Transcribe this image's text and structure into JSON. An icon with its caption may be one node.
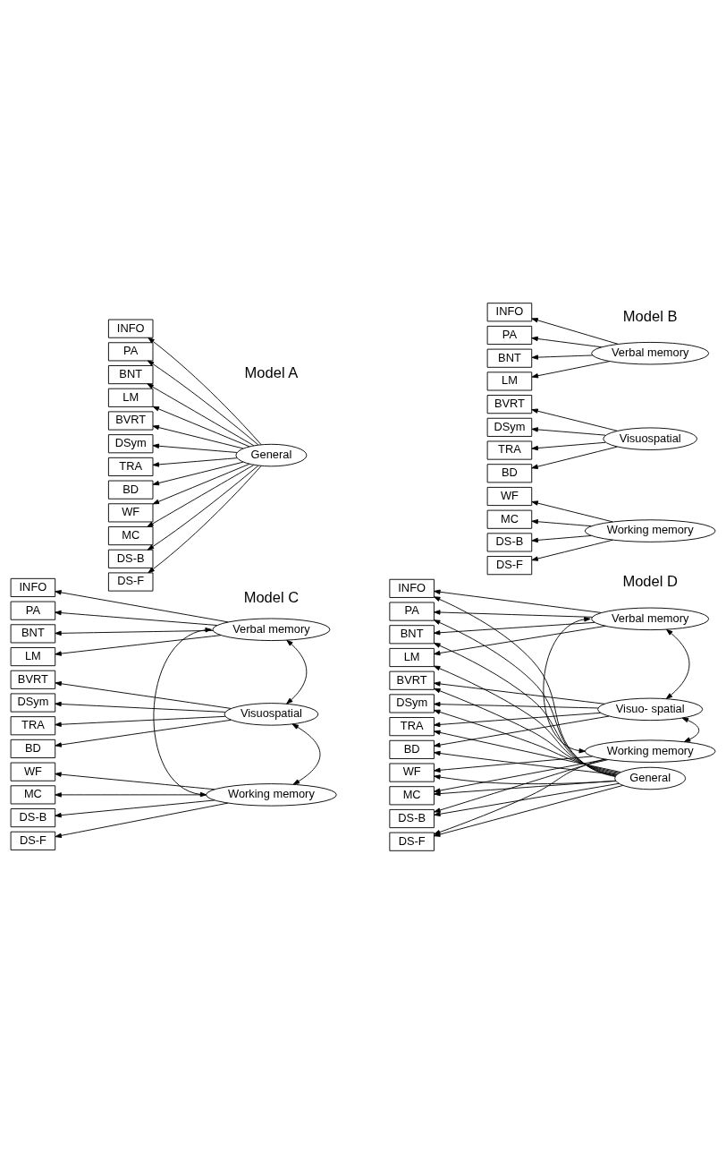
{
  "diagram": {
    "nodes": [
      {
        "text": [
          "INFO"
        ]
      },
      {
        "text": [
          "PA"
        ]
      },
      {
        "text": [
          "BNT"
        ]
      },
      {
        "text": [
          "LM"
        ]
      },
      {
        "text": [
          "BVRT"
        ]
      },
      {
        "text": [
          "DSym"
        ]
      },
      {
        "text": [
          "TRA"
        ]
      },
      {
        "text": [
          "BD"
        ]
      },
      {
        "text": [
          "WF"
        ]
      },
      {
        "text": [
          "MC"
        ]
      },
      {
        "text": [
          "DS-B"
        ]
      },
      {
        "text": [
          "DS-F"
        ]
      },
      {
        "text": [
          "General"
        ]
      },
      {
        "text": [
          "INFO"
        ]
      },
      {
        "text": [
          "PA"
        ]
      },
      {
        "text": [
          "BNT"
        ]
      },
      {
        "text": [
          "LM"
        ]
      },
      {
        "text": [
          "BVRT"
        ]
      },
      {
        "text": [
          "DSym"
        ]
      },
      {
        "text": [
          "TRA"
        ]
      },
      {
        "text": [
          "BD"
        ]
      },
      {
        "text": [
          "WF"
        ]
      },
      {
        "text": [
          "MC"
        ]
      },
      {
        "text": [
          "DS-B"
        ]
      },
      {
        "text": [
          "DS-F"
        ]
      },
      {
        "text": [
          "Verbal memory"
        ]
      },
      {
        "text": [
          "Visuospatial"
        ]
      },
      {
        "text": [
          "Working memory"
        ]
      },
      {
        "text": [
          "INFO"
        ]
      },
      {
        "text": [
          "PA"
        ]
      },
      {
        "text": [
          "BNT"
        ]
      },
      {
        "text": [
          "LM"
        ]
      },
      {
        "text": [
          "BVRT"
        ]
      },
      {
        "text": [
          "DSym"
        ]
      },
      {
        "text": [
          "TRA"
        ]
      },
      {
        "text": [
          "BD"
        ]
      },
      {
        "text": [
          "WF"
        ]
      },
      {
        "text": [
          "MC"
        ]
      },
      {
        "text": [
          "DS-B"
        ]
      },
      {
        "text": [
          "DS-F"
        ]
      },
      {
        "text": [
          "Verbal memory"
        ]
      },
      {
        "text": [
          "Visuospatial"
        ]
      },
      {
        "text": [
          "Working memory"
        ]
      },
      {
        "text": [
          "INFO"
        ]
      },
      {
        "text": [
          "PA"
        ]
      },
      {
        "text": [
          "BNT"
        ]
      },
      {
        "text": [
          "LM"
        ]
      },
      {
        "text": [
          "BVRT"
        ]
      },
      {
        "text": [
          "DSym"
        ]
      },
      {
        "text": [
          "TRA"
        ]
      },
      {
        "text": [
          "BD"
        ]
      },
      {
        "text": [
          "WF"
        ]
      },
      {
        "text": [
          "MC"
        ]
      },
      {
        "text": [
          "DS-B"
        ]
      },
      {
        "text": [
          "DS-F"
        ]
      },
      {
        "text": [
          "Verbal memory"
        ]
      },
      {
        "text": [
          "Visuo- spatial"
        ]
      },
      {
        "text": [
          "Working memory"
        ]
      },
      {
        "text": [
          "General"
        ]
      }
    ],
    "edges": [
      {
        "from": 12,
        "to": 0,
        "arrow": "to"
      },
      {
        "from": 12,
        "to": 1,
        "arrow": "to"
      },
      {
        "from": 12,
        "to": 2,
        "arrow": "to"
      },
      {
        "from": 12,
        "to": 3,
        "arrow": "to"
      },
      {
        "from": 12,
        "to": 4,
        "arrow": "to"
      },
      {
        "from": 12,
        "to": 5,
        "arrow": "to"
      },
      {
        "from": 12,
        "to": 6,
        "arrow": "to"
      },
      {
        "from": 12,
        "to": 7,
        "arrow": "to"
      },
      {
        "from": 12,
        "to": 8,
        "arrow": "to"
      },
      {
        "from": 12,
        "to": 9,
        "arrow": "to"
      },
      {
        "from": 12,
        "to": 10,
        "arrow": "to"
      },
      {
        "from": 12,
        "to": 11,
        "arrow": "to"
      },
      {
        "from": 25,
        "to": 13,
        "arrow": "to"
      },
      {
        "from": 25,
        "to": 14,
        "arrow": "to"
      },
      {
        "from": 25,
        "to": 15,
        "arrow": "to"
      },
      {
        "from": 25,
        "to": 16,
        "arrow": "to"
      },
      {
        "from": 26,
        "to": 17,
        "arrow": "to"
      },
      {
        "from": 26,
        "to": 18,
        "arrow": "to"
      },
      {
        "from": 26,
        "to": 19,
        "arrow": "to"
      },
      {
        "from": 26,
        "to": 20,
        "arrow": "to"
      },
      {
        "from": 27,
        "to": 21,
        "arrow": "to"
      },
      {
        "from": 27,
        "to": 22,
        "arrow": "to"
      },
      {
        "from": 27,
        "to": 23,
        "arrow": "to"
      },
      {
        "from": 27,
        "to": 24,
        "arrow": "to"
      },
      {
        "from": 40,
        "to": 28,
        "arrow": "to"
      },
      {
        "from": 40,
        "to": 29,
        "arrow": "to"
      },
      {
        "from": 40,
        "to": 30,
        "arrow": "to"
      },
      {
        "from": 40,
        "to": 31,
        "arrow": "to"
      },
      {
        "from": 41,
        "to": 32,
        "arrow": "to"
      },
      {
        "from": 41,
        "to": 33,
        "arrow": "to"
      },
      {
        "from": 41,
        "to": 34,
        "arrow": "to"
      },
      {
        "from": 41,
        "to": 35,
        "arrow": "to"
      },
      {
        "from": 42,
        "to": 36,
        "arrow": "to"
      },
      {
        "from": 42,
        "to": 37,
        "arrow": "to"
      },
      {
        "from": 42,
        "to": 38,
        "arrow": "to"
      },
      {
        "from": 42,
        "to": 39,
        "arrow": "to"
      },
      {
        "from": 40,
        "to": 41,
        "arrow": "both"
      },
      {
        "from": 41,
        "to": 42,
        "arrow": "both"
      },
      {
        "from": 40,
        "to": 42,
        "arrow": "both"
      },
      {
        "from": 55,
        "to": 43,
        "arrow": "to"
      },
      {
        "from": 55,
        "to": 44,
        "arrow": "to"
      },
      {
        "from": 55,
        "to": 45,
        "arrow": "to"
      },
      {
        "from": 55,
        "to": 46,
        "arrow": "to"
      },
      {
        "from": 56,
        "to": 47,
        "arrow": "to"
      },
      {
        "from": 56,
        "to": 48,
        "arrow": "to"
      },
      {
        "from": 56,
        "to": 49,
        "arrow": "to"
      },
      {
        "from": 56,
        "to": 50,
        "arrow": "to"
      },
      {
        "from": 57,
        "to": 51,
        "arrow": "to"
      },
      {
        "from": 57,
        "to": 52,
        "arrow": "to"
      },
      {
        "from": 57,
        "to": 53,
        "arrow": "to"
      },
      {
        "from": 57,
        "to": 54,
        "arrow": "to"
      },
      {
        "from": 58,
        "to": 43,
        "arrow": "to"
      },
      {
        "from": 58,
        "to": 44,
        "arrow": "to"
      },
      {
        "from": 58,
        "to": 45,
        "arrow": "to"
      },
      {
        "from": 58,
        "to": 46,
        "arrow": "to"
      },
      {
        "from": 58,
        "to": 47,
        "arrow": "to"
      },
      {
        "from": 58,
        "to": 48,
        "arrow": "to"
      },
      {
        "from": 58,
        "to": 49,
        "arrow": "to"
      },
      {
        "from": 58,
        "to": 50,
        "arrow": "to"
      },
      {
        "from": 58,
        "to": 51,
        "arrow": "to"
      },
      {
        "from": 58,
        "to": 52,
        "arrow": "to"
      },
      {
        "from": 58,
        "to": 53,
        "arrow": "to"
      },
      {
        "from": 58,
        "to": 54,
        "arrow": "to"
      },
      {
        "from": 55,
        "to": 56,
        "arrow": "both"
      },
      {
        "from": 56,
        "to": 57,
        "arrow": "both"
      },
      {
        "from": 55,
        "to": 57,
        "arrow": "both"
      }
    ],
    "labels": [
      "Model A",
      "Model B",
      "Model C",
      "Model D"
    ]
  }
}
